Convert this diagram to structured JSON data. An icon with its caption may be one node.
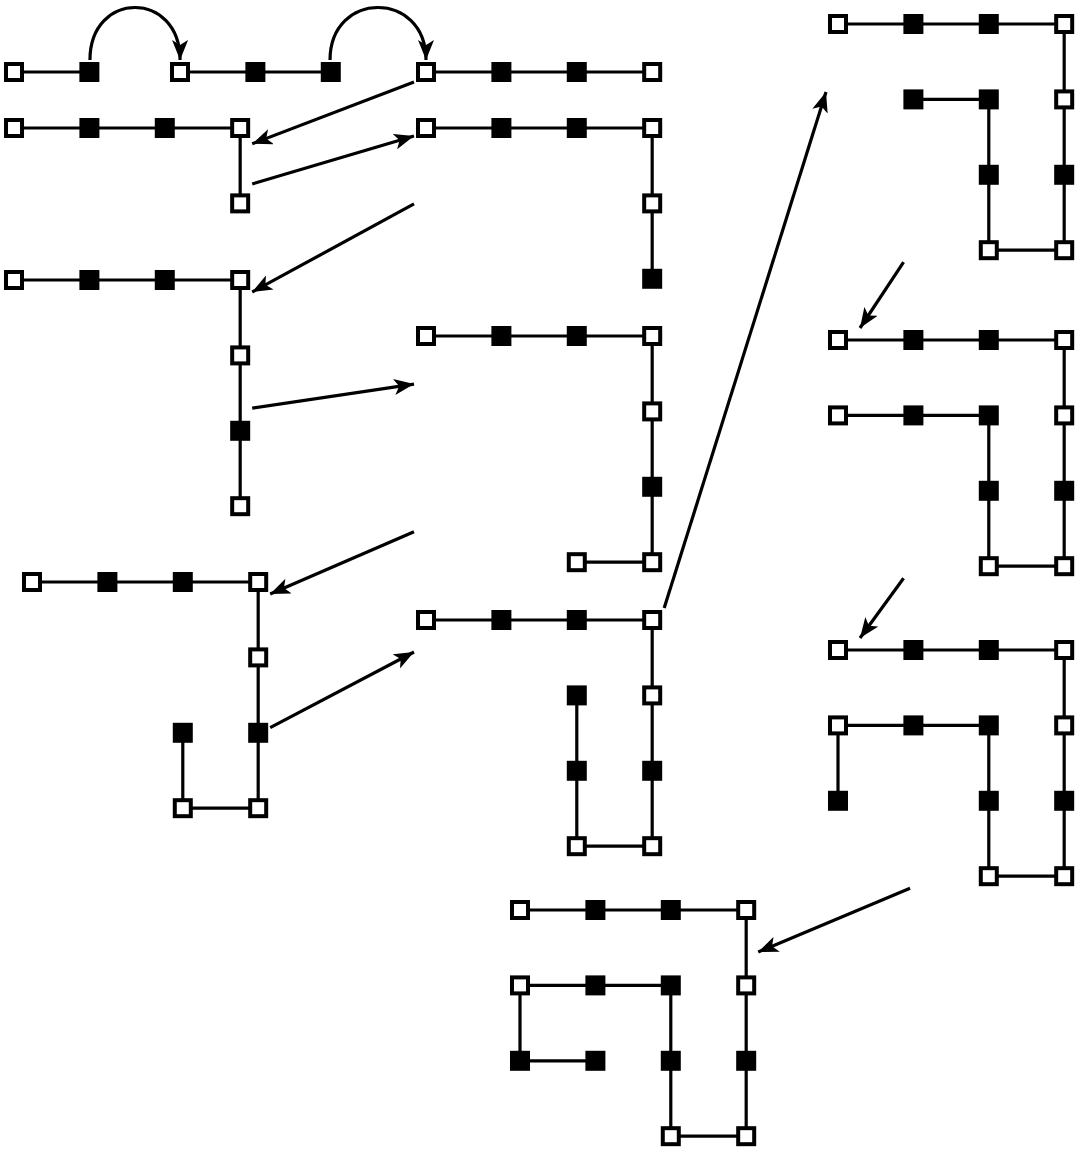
{
  "diagram": {
    "nodes": [
      {
        "text": [],
        "shape": "picture"
      },
      {
        "text": [],
        "shape": "picture"
      },
      {
        "text": [],
        "shape": "picture"
      },
      {
        "text": [],
        "shape": "picture"
      },
      {
        "text": [],
        "shape": "picture"
      },
      {
        "text": [],
        "shape": "picture"
      },
      {
        "text": [],
        "shape": "picture"
      },
      {
        "text": [],
        "shape": "picture"
      },
      {
        "text": [],
        "shape": "picture"
      },
      {
        "text": [],
        "shape": "picture"
      },
      {
        "text": [],
        "shape": "picture"
      },
      {
        "text": [],
        "shape": "picture"
      },
      {
        "text": [],
        "shape": "picture"
      }
    ],
    "edges": [
      {
        "from": 0,
        "to": 1,
        "arrow": "to"
      },
      {
        "from": 1,
        "to": 2,
        "arrow": "to"
      },
      {
        "from": 2,
        "to": 3,
        "arrow": "to"
      },
      {
        "from": 3,
        "to": 4,
        "arrow": "to"
      },
      {
        "from": 4,
        "to": 5,
        "arrow": "to"
      },
      {
        "from": 5,
        "to": 6,
        "arrow": "to"
      },
      {
        "from": 6,
        "to": 7,
        "arrow": "to"
      },
      {
        "from": 7,
        "to": 8,
        "arrow": "to"
      },
      {
        "from": 8,
        "to": 9,
        "arrow": "to"
      },
      {
        "from": 9,
        "to": 10,
        "arrow": "to"
      },
      {
        "from": 10,
        "to": 11,
        "arrow": "to"
      },
      {
        "from": 11,
        "to": 12,
        "arrow": "to"
      }
    ]
  }
}
